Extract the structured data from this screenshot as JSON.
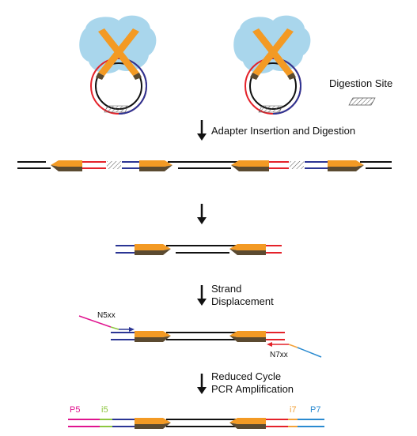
{
  "legend": {
    "digestion_site": "Digestion Site"
  },
  "steps": {
    "step1": "Adapter Insertion and Digestion",
    "step3_line1": "Strand",
    "step3_line2": "Displacement",
    "step4_line1": "Reduced Cycle",
    "step4_line2": "PCR Amplification"
  },
  "primers": {
    "n5": "N5xx",
    "n7": "N7xx"
  },
  "adapters": {
    "p5": "P5",
    "i5": "i5",
    "i7": "i7",
    "p7": "P7"
  },
  "colors": {
    "cloud": "#a9d6ec",
    "transposase_orange": "#f39a24",
    "transposase_dark": "#5b4a30",
    "dna": "#111111",
    "red_adapter": "#e4222a",
    "blue_adapter": "#2b3594",
    "p5_magenta": "#e0148f",
    "i5_green": "#8dc63f",
    "i7_orange": "#f3a23a",
    "p7_blue": "#2a8ad0"
  }
}
